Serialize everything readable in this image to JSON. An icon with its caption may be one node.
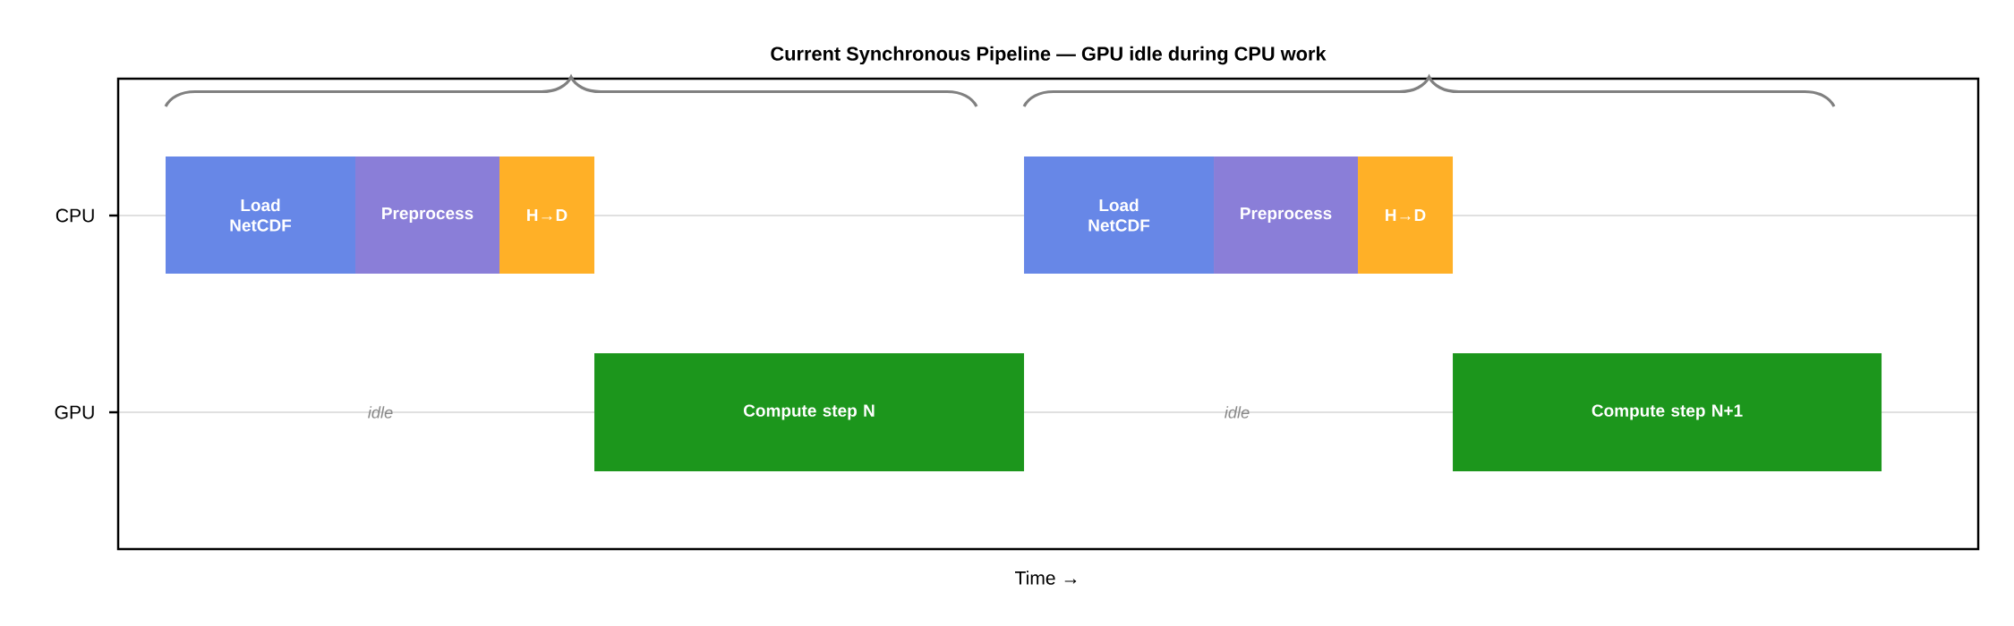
{
  "diagram": {
    "title": "Current Synchronous Pipeline — GPU idle during CPU work",
    "nodes": [
      {
        "text": [
          "Load NetCDF"
        ]
      },
      {
        "text": [
          "Preprocess"
        ]
      },
      {
        "text": [
          "H→D"
        ]
      },
      {
        "text": [
          "Load NetCDF"
        ]
      },
      {
        "text": [
          "Preprocess"
        ]
      },
      {
        "text": [
          "H→D"
        ]
      },
      {
        "text": [
          "Compute step N"
        ]
      },
      {
        "text": [
          "Compute step N+1"
        ]
      }
    ],
    "labels": [
      "CPU",
      "GPU",
      "idle",
      "idle",
      "Time →"
    ]
  }
}
